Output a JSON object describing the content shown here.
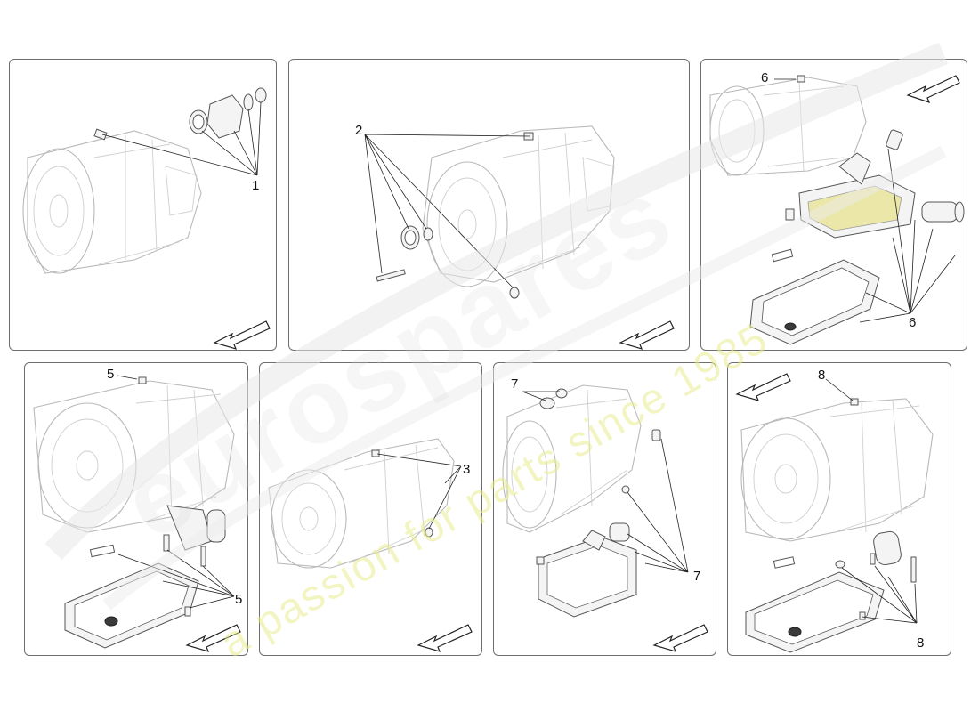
{
  "callouts": {
    "p1": "1",
    "p2": "2",
    "p3a": "6",
    "p3b": "6",
    "p4a": "5",
    "p4b": "5",
    "p5": "3",
    "p6a": "7",
    "p6b": "7",
    "p7a": "8",
    "p7b": "8"
  },
  "watermark": {
    "brand": "eurospares",
    "tagline": "a passion for parts since 1985"
  },
  "icons": {
    "direction": "arrow-icon",
    "transmission": "transmission-icon",
    "oil_pan": "oil-pan-icon",
    "valve_body": "valve-body-icon"
  },
  "colors": {
    "line": "#b9b9b9",
    "border": "#6e6e6e",
    "watermark_text": "#eef2a8",
    "watermark_swoosh": "#e6e6e6"
  }
}
